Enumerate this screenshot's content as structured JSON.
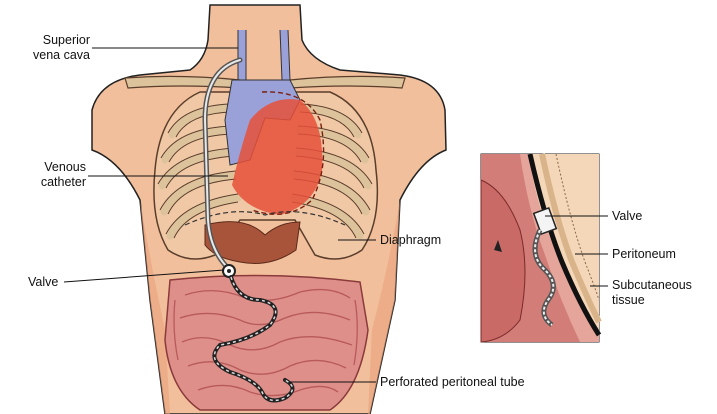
{
  "labels": {
    "superior_vena_cava": "Superior\nvena cava",
    "venous_catheter": "Venous\ncatheter",
    "valve_left": "Valve",
    "diaphragm": "Diaphragm",
    "perforated_peritoneal_tube": "Perforated peritoneal tube",
    "inset_valve": "Valve",
    "peritoneum": "Peritoneum",
    "subcutaneous_tissue": "Subcutaneous\ntissue"
  },
  "colors": {
    "skin": "#f2bf9c",
    "skin_shadow": "#e8a27c",
    "rib": "#dcc39c",
    "rib_outline": "#5a3e2a",
    "vein_blue": "#9aa0d8",
    "heart_red": "#e6503a",
    "liver": "#a8543a",
    "intestine": "#de8f8a",
    "intestine_dark": "#b85a5a",
    "outline": "#222222"
  }
}
